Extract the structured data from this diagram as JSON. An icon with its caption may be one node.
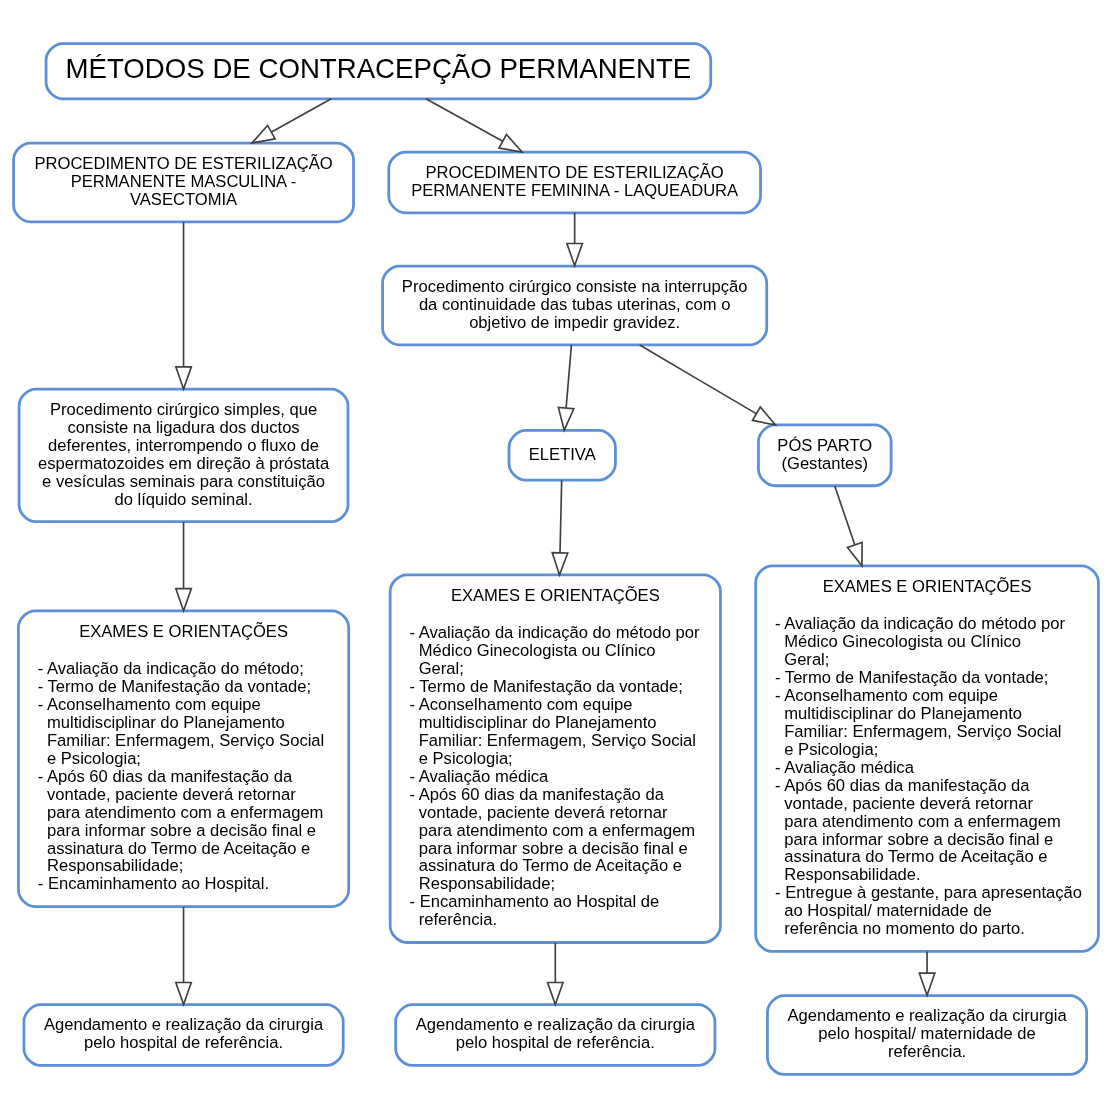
{
  "diagram": {
    "nodes": [
      {
        "text": [
          "MÉTODOS DE CONTRACEPÇÃO PERMANENTE"
        ]
      },
      {
        "text": [
          "PROCEDIMENTO DE ESTERILIZAÇÃO PERMANENTE MASCULINA - VASECTOMIA"
        ]
      },
      {
        "text": [
          "Procedimento cirúrgico simples, que consiste na ligadura dos ductos deferentes, interrompendo o fluxo de espermatozoides em direção à próstata e vesículas seminais para constituição do líquido seminal."
        ]
      },
      {
        "text": [
          "EXAMES E ORIENTAÇÕES",
          "- Avaliação da indicação do método;",
          "- Termo de Manifestação da vontade;",
          "- Aconselhamento com equipe multidisciplinar do Planejamento Familiar: Enfermagem, Serviço Social e Psicologia;",
          "- Após 60 dias da manifestação da vontade, paciente deverá retornar para atendimento com a enfermagem para informar sobre a decisão final e assinatura do Termo de Aceitação e Responsabilidade;",
          "- Encaminhamento ao Hospital."
        ]
      },
      {
        "text": [
          "Agendamento e realização da cirurgia pelo hospital de referência."
        ]
      },
      {
        "text": [
          "PROCEDIMENTO DE ESTERILIZAÇÃO PERMANENTE FEMININA - LAQUEADURA"
        ]
      },
      {
        "text": [
          "Procedimento cirúrgico consiste na interrupção da continuidade das tubas uterinas, com o objetivo de impedir gravidez."
        ]
      },
      {
        "text": [
          "ELETIVA"
        ]
      },
      {
        "text": [
          "PÓS PARTO (Gestantes)"
        ]
      },
      {
        "text": [
          "EXAMES E ORIENTAÇÕES",
          "- Avaliação da indicação do método por Médico Ginecologista ou Clínico Geral;",
          "- Termo de Manifestação da vontade;",
          "- Aconselhamento com equipe multidisciplinar do Planejamento Familiar: Enfermagem, Serviço Social e Psicologia;",
          "- Avaliação médica",
          "- Após 60 dias da manifestação da vontade, paciente deverá retornar para atendimento com a enfermagem para informar sobre a decisão final e assinatura do Termo de Aceitação e Responsabilidade;",
          "- Encaminhamento ao Hospital de referência."
        ]
      },
      {
        "text": [
          "EXAMES E ORIENTAÇÕES",
          "- Avaliação da indicação do método por Médico Ginecologista ou Clínico Geral;",
          "- Termo de Manifestação da vontade;",
          "- Aconselhamento com equipe multidisciplinar do Planejamento Familiar: Enfermagem, Serviço Social e Psicologia;",
          "- Avaliação médica",
          "- Após 60 dias da manifestação da vontade, paciente deverá retornar para atendimento com a enfermagem para informar sobre a decisão final e assinatura do Termo de Aceitação e Responsabilidade.",
          "- Entregue à gestante, para apresentação ao Hospital/ maternidade de referência no momento do parto."
        ]
      },
      {
        "text": [
          "Agendamento e realização da cirurgia pelo hospital de referência."
        ]
      },
      {
        "text": [
          "Agendamento e realização da cirurgia pelo hospital/ maternidade de referência."
        ]
      }
    ],
    "edges": [
      {
        "from": 0,
        "to": 1,
        "arrow": "to"
      },
      {
        "from": 0,
        "to": 5,
        "arrow": "to"
      },
      {
        "from": 1,
        "to": 2,
        "arrow": "to"
      },
      {
        "from": 2,
        "to": 3,
        "arrow": "to"
      },
      {
        "from": 3,
        "to": 4,
        "arrow": "to"
      },
      {
        "from": 5,
        "to": 6,
        "arrow": "to"
      },
      {
        "from": 6,
        "to": 7,
        "arrow": "to"
      },
      {
        "from": 6,
        "to": 8,
        "arrow": "to"
      },
      {
        "from": 7,
        "to": 9,
        "arrow": "to"
      },
      {
        "from": 8,
        "to": 10,
        "arrow": "to"
      },
      {
        "from": 9,
        "to": 11,
        "arrow": "to"
      },
      {
        "from": 10,
        "to": 12,
        "arrow": "to"
      }
    ]
  }
}
